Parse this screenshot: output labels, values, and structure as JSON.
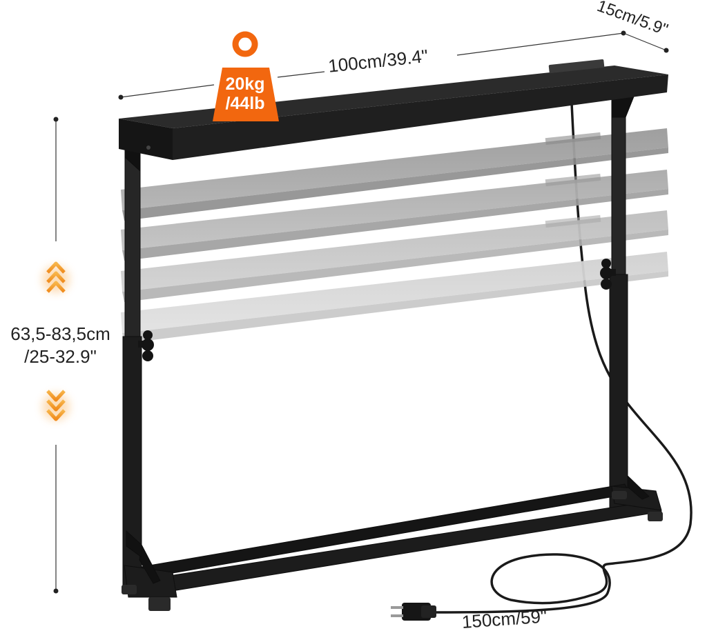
{
  "product": {
    "load_badge": {
      "line1": "20kg",
      "line2": "/44lb",
      "color": "#f2670f"
    },
    "dimensions": {
      "width": "100cm/39.4\"",
      "depth": "15cm/5.9\"",
      "height_line1": "63,5-83,5cm",
      "height_line2": "/25-32.9\"",
      "cord_length": "150cm/59\""
    },
    "adjust_arrows": {
      "up": "up-arrow-icon",
      "down": "down-arrow-icon",
      "color": "#f59a2a"
    },
    "frame_color": "#1c1c1c",
    "ghost_shelf_count": 4
  }
}
